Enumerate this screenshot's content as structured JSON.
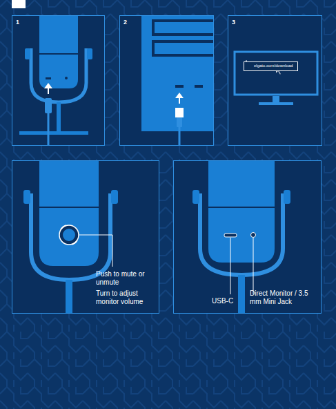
{
  "diagram": {
    "nodes": [
      {
        "text": [
          "1"
        ]
      },
      {
        "text": [
          "2"
        ]
      },
      {
        "text": [
          "3"
        ]
      },
      {
        "text": [
          "elgato.com/download"
        ],
        "in": 2
      },
      {
        "text": [
          "Push to mute or unmute",
          "Turn to adjust monitor volume"
        ]
      },
      {
        "text": [
          "USB-C",
          "Direct Monitor / 3.5 mm Mini Jack"
        ]
      }
    ]
  }
}
